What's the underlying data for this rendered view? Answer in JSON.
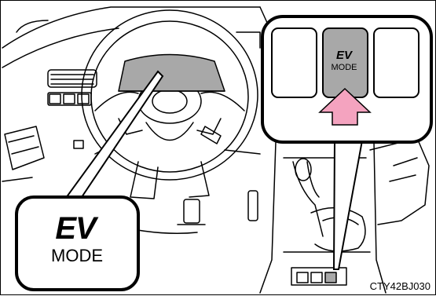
{
  "callout": {
    "ev": "EV",
    "mode": "MODE"
  },
  "button": {
    "ev": "EV",
    "mode": "MODE"
  },
  "figure_code": "CTY42BJ030",
  "colors": {
    "highlight_gray": "#a8a8a8",
    "arrow_pink": "#f4a3bf",
    "line": "#000000"
  },
  "icons": [
    "steering-wheel-icon",
    "arrow-up-icon"
  ]
}
